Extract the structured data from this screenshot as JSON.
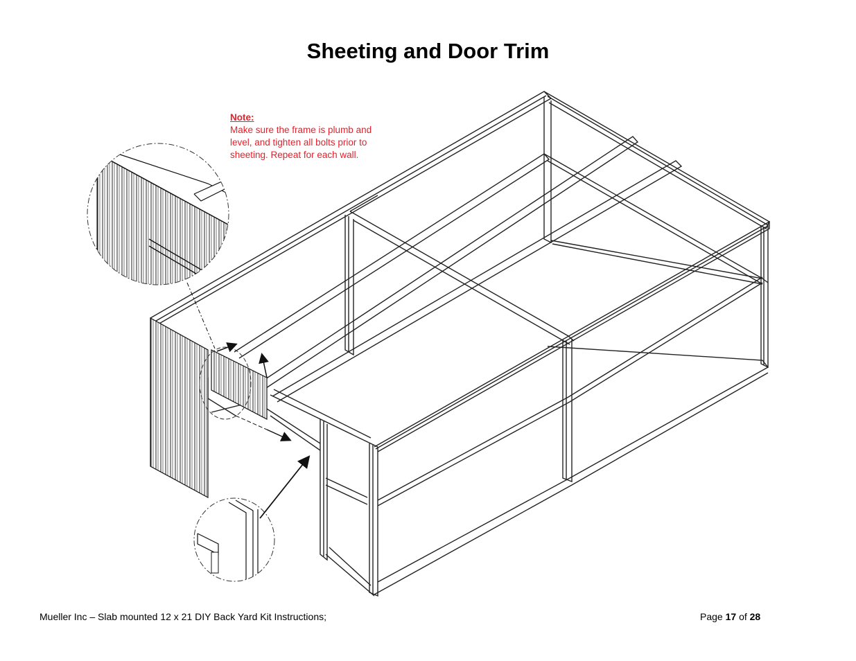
{
  "title": "Sheeting and Door Trim",
  "note": {
    "heading": "Note:",
    "lines": [
      "Make sure the frame is plumb and",
      "level, and tighten all bolts prior to",
      "sheeting.  Repeat for each wall."
    ],
    "color": "#e5202a"
  },
  "footer": {
    "left_text": "Mueller Inc – Slab mounted 12 x 21 DIY Back Yard Kit Instructions;",
    "page_prefix": "Page",
    "page_current": "17",
    "page_of": "of",
    "page_total": "28"
  }
}
